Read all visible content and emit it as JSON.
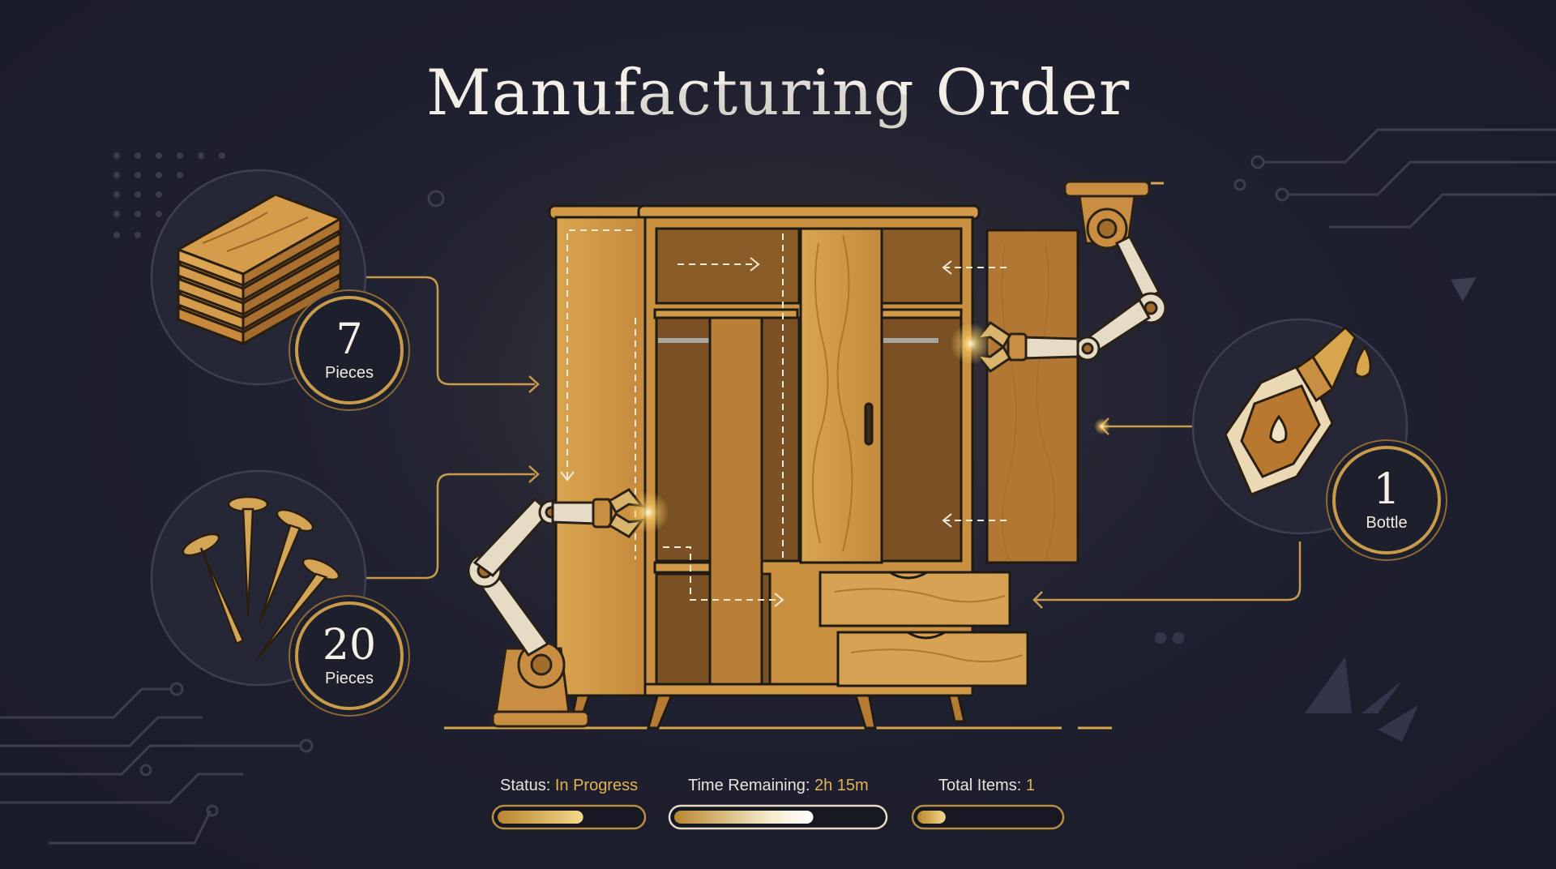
{
  "title": "Manufacturing Order",
  "materials": [
    {
      "name": "wood-planks",
      "quantity": "7",
      "unit": "Pieces"
    },
    {
      "name": "nails",
      "quantity": "20",
      "unit": "Pieces"
    },
    {
      "name": "glue",
      "quantity": "1",
      "unit": "Bottle"
    }
  ],
  "status": {
    "status_label": "Status:",
    "status_value": "In Progress",
    "status_progress": 0.6,
    "time_label": "Time Remaining:",
    "time_value": "2h 15m",
    "time_progress": 0.67,
    "items_label": "Total Items:",
    "items_value": "1",
    "items_progress": 0.2
  },
  "colors": {
    "background": "#1f2030",
    "accent": "#d6a54c",
    "wood": "#c48a3e",
    "text": "#f3efe6"
  },
  "icons": [
    "wood-planks-icon",
    "nails-icon",
    "glue-bottle-icon",
    "robot-arm-icon",
    "wardrobe-icon"
  ]
}
